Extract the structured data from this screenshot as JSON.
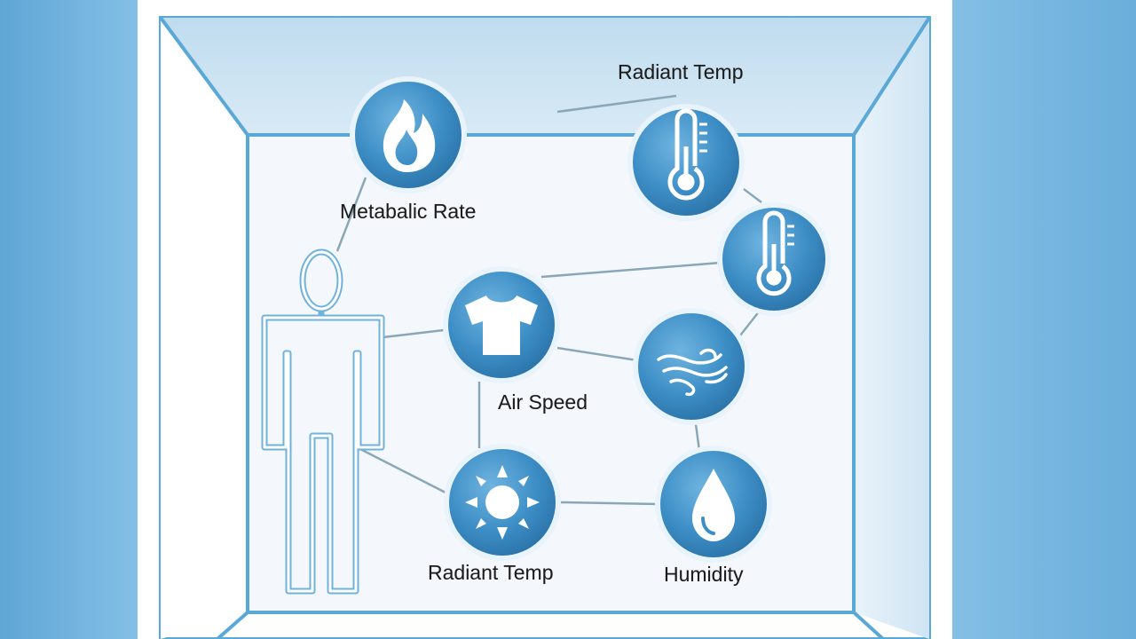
{
  "labels": {
    "radiant_temp_top": "Radiant Temp",
    "metabolic_rate": "Metabalic Rate",
    "air_speed": "Air Speed",
    "radiant_temp_bottom": "Radiant Temp",
    "humidity": "Humidity"
  },
  "colors": {
    "room_line": "#5aa8d6",
    "room_fill": "#cfe4f3",
    "node_fill": "#3a8cc4",
    "node_ring": "#e8f3fb",
    "connector": "#8aa7b8",
    "figure_stroke": "#ffffff",
    "figure_outline": "#6fb2dc"
  },
  "icons": [
    "flame-icon",
    "thermometer-icon",
    "thermometer-icon",
    "shirt-icon",
    "wind-icon",
    "sun-icon",
    "water-drop-icon",
    "person-icon"
  ]
}
